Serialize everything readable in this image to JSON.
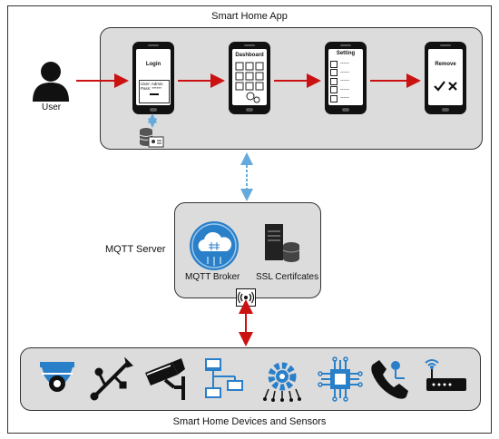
{
  "titles": {
    "app": "Smart Home App",
    "devices": "Smart Home Devices and Sensors",
    "server": "MQTT Server"
  },
  "user": {
    "label": "User"
  },
  "phones": [
    {
      "title": "Login",
      "user_line": "User: Admin",
      "pass_line": "Pass: ******"
    },
    {
      "title": "Dashboard"
    },
    {
      "title": "Setting",
      "lines": [
        "------",
        "------",
        "------",
        "------",
        "------"
      ]
    },
    {
      "title": "Remove"
    }
  ],
  "server": {
    "broker_label": "MQTT  Broker",
    "ssl_label": "SSL Certifcates"
  },
  "devices": [
    {
      "icon": "security-camera-icon"
    },
    {
      "icon": "usb-icon"
    },
    {
      "icon": "cctv-camera-icon"
    },
    {
      "icon": "network-icon"
    },
    {
      "icon": "gear-network-icon"
    },
    {
      "icon": "chip-icon"
    },
    {
      "icon": "phone-icon"
    },
    {
      "icon": "router-icon"
    }
  ],
  "colors": {
    "arrow_red": "#cc1111",
    "arrow_blue": "#66aadd",
    "panel": "#dcdcdc",
    "icon_blue": "#2a7fc9"
  }
}
